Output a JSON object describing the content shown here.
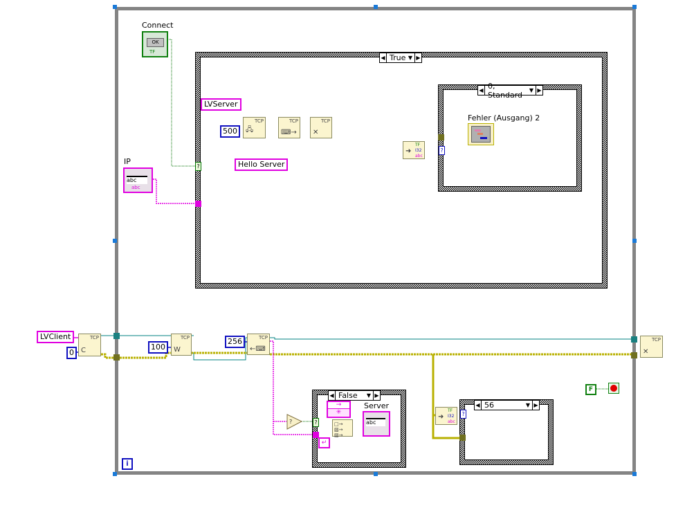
{
  "controls": {
    "connect": {
      "label": "Connect",
      "button_text": "OK",
      "type_tag": "TF"
    },
    "ip": {
      "label": "IP",
      "value": "abc",
      "type_tag": "abc"
    }
  },
  "case_true": {
    "selector": "True"
  },
  "case_standard": {
    "selector": "0, Standard"
  },
  "case_false": {
    "selector": "False"
  },
  "case_56": {
    "selector": "56"
  },
  "constants": {
    "lvserver": "LVServer",
    "timeout_500": "500",
    "hello_server": "Hello Server",
    "lvclient": "LVClient",
    "port_0": "0",
    "timeout_100": "100",
    "bytes_256": "256",
    "false_const": "F"
  },
  "nodes": {
    "tcp_tag": "TCP",
    "unbundle_tags": [
      "TF",
      "I32",
      "abc"
    ],
    "case_terminal": "?",
    "iteration": "i"
  },
  "indicators": {
    "error_out": {
      "label": "Fehler (Ausgang) 2"
    },
    "server": {
      "label": "Server",
      "value": "abc"
    }
  },
  "colors": {
    "string_wire": "#e000e0",
    "error_wire": "#b8b000",
    "refnum_wire": "#008080",
    "loop_border": "#848484",
    "bool_wire": "#007000",
    "number_wire": "#1010c0"
  }
}
